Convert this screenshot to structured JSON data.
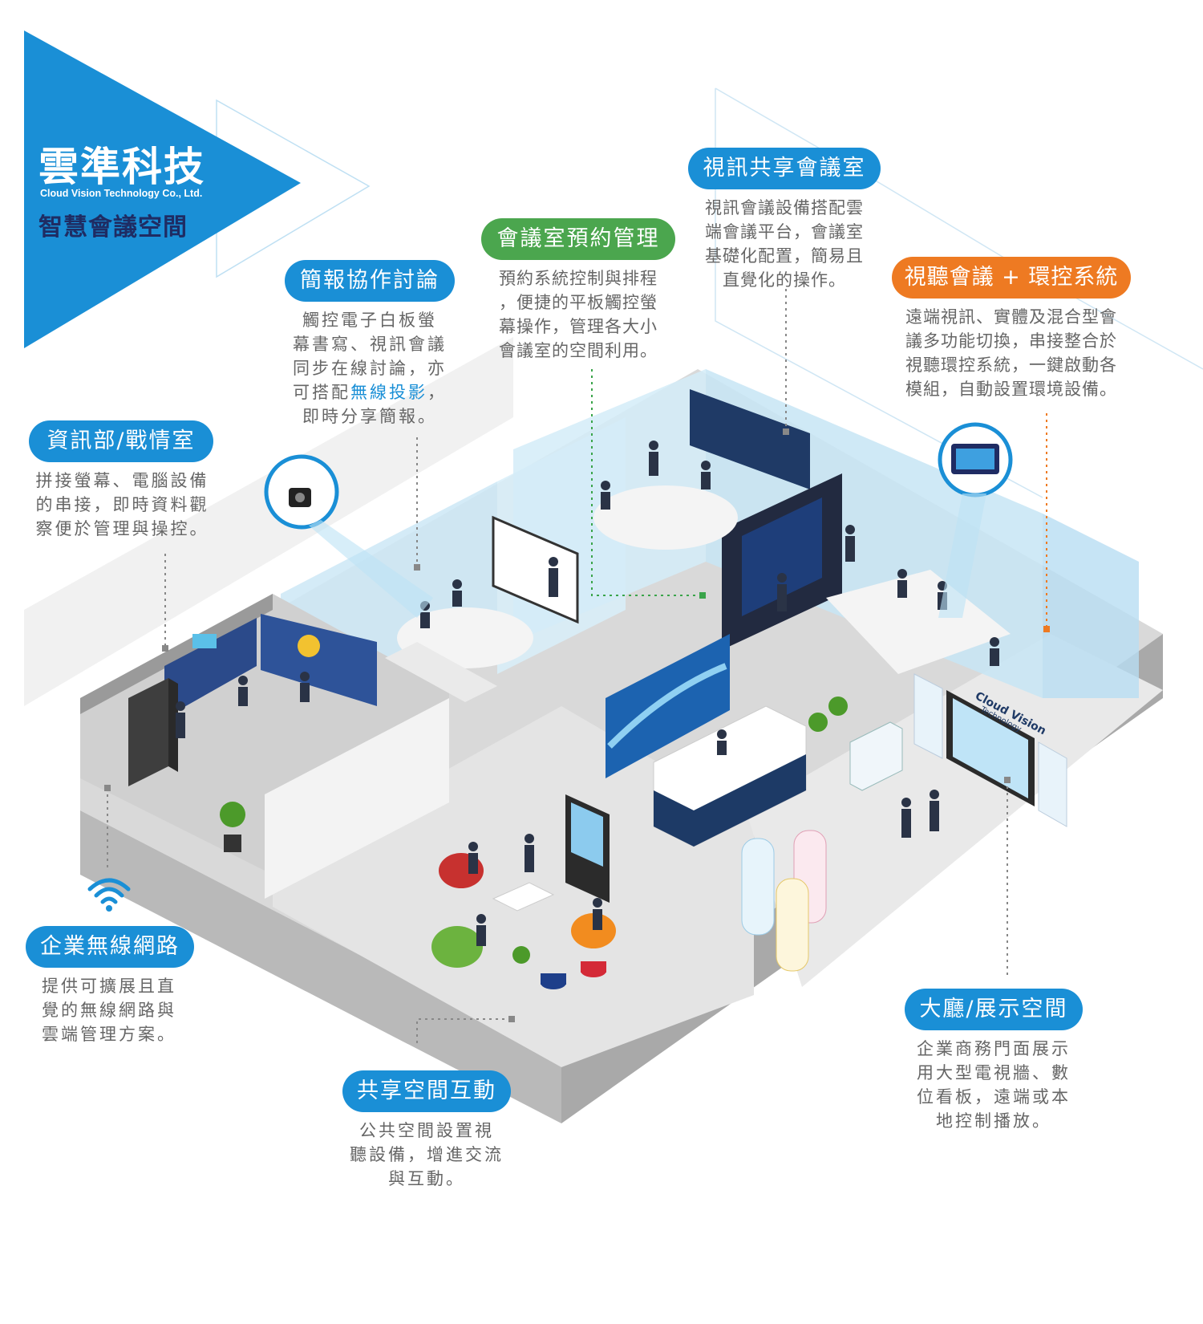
{
  "brand": {
    "title": "雲準科技",
    "subtitle": "Cloud Vision Technology Co., Ltd.",
    "tagline": "智慧會議空間",
    "colors": {
      "primary": "#1a8fd6",
      "navy": "#1f2c63",
      "green": "#4ba64e",
      "orange": "#ee7a22"
    }
  },
  "sections": [
    {
      "id": "it",
      "title": "資訊部/戰情室",
      "color": "blue",
      "desc": [
        "拼接螢幕、電腦設備",
        "的串接，即時資料觀",
        "察便於管理與操控。"
      ]
    },
    {
      "id": "briefing",
      "title": "簡報協作討論",
      "color": "blue",
      "desc": [
        "觸控電子白板螢",
        "幕書寫、視訊會議",
        "同步在線討論，亦"
      ],
      "desc_mixed": {
        "before": "可搭配",
        "highlight": "無線投影",
        "after": "，"
      },
      "desc_tail": "即時分享簡報。"
    },
    {
      "id": "booking",
      "title": "會議室預約管理",
      "color": "green",
      "desc": [
        "預約系統控制與排程",
        "，便捷的平板觸控螢",
        "幕操作，管理各大小",
        "會議室的空間利用。"
      ]
    },
    {
      "id": "video",
      "title": "視訊共享會議室",
      "color": "blue",
      "desc": [
        "視訊會議設備搭配雲",
        "端會議平台，會議室",
        "基礎化配置，簡易且",
        "直覺化的操作。"
      ]
    },
    {
      "id": "av",
      "title": "視聽會議 + 環控系統",
      "color": "orange",
      "desc": [
        "遠端視訊、實體及混合型會",
        "議多功能切換，串接整合於",
        "視聽環控系統，一鍵啟動各",
        "模組，自動設置環境設備。"
      ]
    },
    {
      "id": "wifi",
      "title": "企業無線網路",
      "color": "blue",
      "desc": [
        "提供可擴展且直",
        "覺的無線網路與",
        "雲端管理方案。"
      ]
    },
    {
      "id": "shared",
      "title": "共享空間互動",
      "color": "blue",
      "desc": [
        "公共空間設置視",
        "聽設備，增進交流",
        "與互動。"
      ]
    },
    {
      "id": "lobby",
      "title": "大廳/展示空間",
      "color": "blue",
      "desc": [
        "企業商務門面展示",
        "用大型電視牆、數",
        "位看板，遠端或本",
        "地控制播放。"
      ]
    }
  ],
  "signage": {
    "wall_brand": "Cloud Vision",
    "wall_brand_sub": "Technology"
  },
  "icons": [
    "wifi-icon"
  ]
}
